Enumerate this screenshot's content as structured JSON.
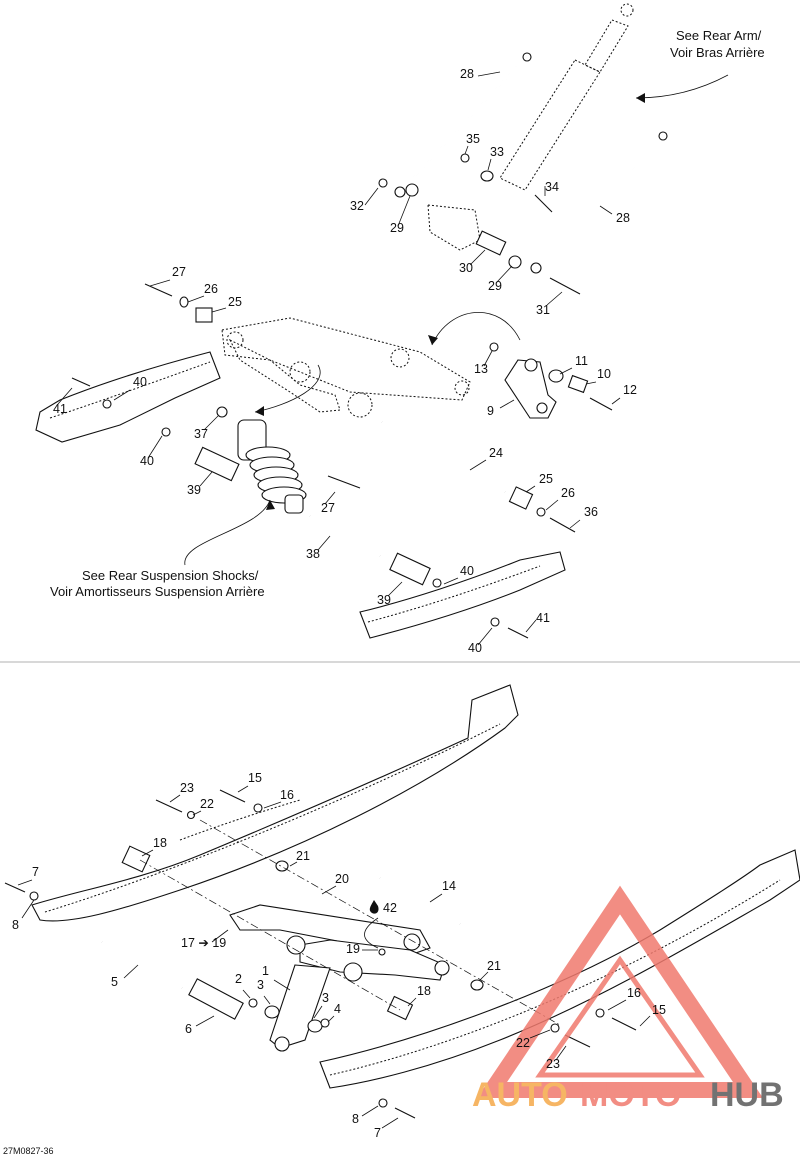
{
  "notes": {
    "rear_arm_en": "See Rear Arm/",
    "rear_arm_fr": "Voir Bras Arrière",
    "shocks_en": "See Rear Suspension Shocks/",
    "shocks_fr": "Voir Amortisseurs Suspension Arrière"
  },
  "drawing_code": "27M0827-36",
  "brand": {
    "auto": "AUTO",
    "moto": "MOTO",
    "hub": "HUB",
    "color_red": "#f07a6e",
    "color_orange": "#f5a94a",
    "color_grey": "#5a5a5a"
  },
  "callouts": {
    "top": [
      "28",
      "35",
      "33",
      "34",
      "32",
      "29",
      "28",
      "30",
      "29",
      "31",
      "27",
      "26",
      "25",
      "13",
      "11",
      "10",
      "12",
      "9",
      "40",
      "41",
      "37",
      "40",
      "24",
      "39",
      "25",
      "26",
      "36",
      "27",
      "38",
      "40",
      "39",
      "41",
      "40"
    ],
    "bottom": [
      "23",
      "15",
      "22",
      "16",
      "18",
      "21",
      "20",
      "14",
      "7",
      "8",
      "42",
      "17 ➔ 19",
      "19",
      "2",
      "3",
      "5",
      "1",
      "3",
      "4",
      "21",
      "18",
      "6",
      "16",
      "15",
      "22",
      "23",
      "8",
      "7"
    ]
  }
}
